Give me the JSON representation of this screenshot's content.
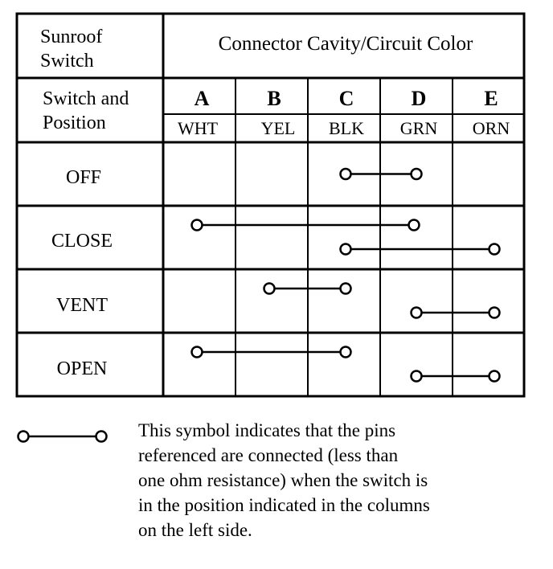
{
  "table": {
    "corner": {
      "line1": "Sunroof",
      "line2": "Switch"
    },
    "header_title": "Connector Cavity/Circuit Color",
    "row_header": {
      "line1": "Switch and",
      "line2": "Position"
    },
    "columns": [
      {
        "cavity": "A",
        "color": "WHT"
      },
      {
        "cavity": "B",
        "color": "YEL"
      },
      {
        "cavity": "C",
        "color": "BLK"
      },
      {
        "cavity": "D",
        "color": "GRN"
      },
      {
        "cavity": "E",
        "color": "ORN"
      }
    ],
    "rows": [
      {
        "position": "OFF",
        "connections": [
          [
            "C",
            "D"
          ]
        ]
      },
      {
        "position": "CLOSE",
        "connections": [
          [
            "A",
            "D"
          ],
          [
            "C",
            "E"
          ]
        ]
      },
      {
        "position": "VENT",
        "connections": [
          [
            "B",
            "C"
          ],
          [
            "D",
            "E"
          ]
        ]
      },
      {
        "position": "OPEN",
        "connections": [
          [
            "A",
            "C"
          ],
          [
            "D",
            "E"
          ]
        ]
      }
    ]
  },
  "legend": {
    "symbol_icon": "connected-pins-symbol-icon",
    "lines": [
      "This symbol indicates that the pins",
      "referenced are connected (less than",
      "one ohm resistance) when the switch is",
      "in the position indicated in the columns",
      "on the left side."
    ]
  },
  "colors": {
    "ink": "#000000",
    "paper": "#ffffff"
  }
}
